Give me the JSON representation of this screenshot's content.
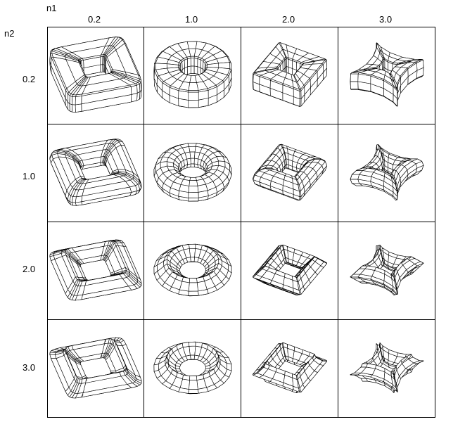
{
  "figure": {
    "column_axis_label": "n1",
    "row_axis_label": "n2",
    "columns": [
      "0.2",
      "1.0",
      "2.0",
      "3.0"
    ],
    "rows": [
      "0.2",
      "1.0",
      "2.0",
      "3.0"
    ]
  }
}
